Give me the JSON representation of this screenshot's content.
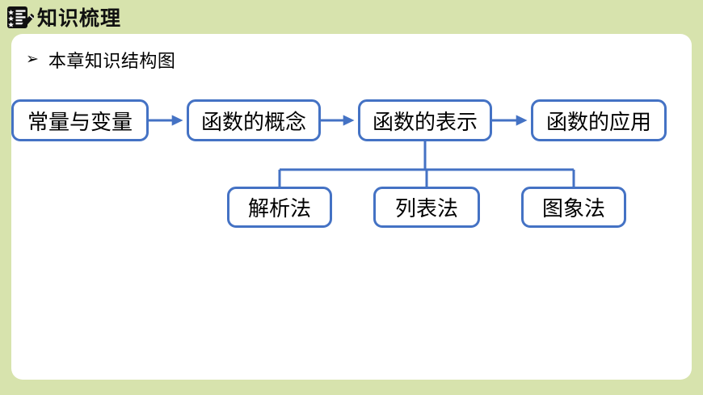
{
  "slide": {
    "background_color": "#d7e3ad",
    "card_color": "#ffffff"
  },
  "header": {
    "icon": "checklist-pencil-icon",
    "title": "知识梳理"
  },
  "subheading": {
    "bullet": "➢",
    "text": "本章知识结构图"
  },
  "diagram": {
    "type": "flowchart",
    "accent_color": "#4472c4",
    "text_color": "#000000",
    "level1": [
      {
        "id": "constant-variable",
        "label": "常量与变量"
      },
      {
        "id": "function-concept",
        "label": "函数的概念"
      },
      {
        "id": "function-representation",
        "label": "函数的表示"
      },
      {
        "id": "function-application",
        "label": "函数的应用"
      }
    ],
    "level2": [
      {
        "id": "analytic-method",
        "label": "解析法"
      },
      {
        "id": "table-method",
        "label": "列表法"
      },
      {
        "id": "graph-method",
        "label": "图象法"
      }
    ],
    "connections": [
      {
        "from": "constant-variable",
        "to": "function-concept",
        "style": "arrow"
      },
      {
        "from": "function-concept",
        "to": "function-representation",
        "style": "arrow"
      },
      {
        "from": "function-representation",
        "to": "function-application",
        "style": "arrow"
      },
      {
        "from": "function-representation",
        "to": "analytic-method",
        "style": "tree"
      },
      {
        "from": "function-representation",
        "to": "table-method",
        "style": "tree"
      },
      {
        "from": "function-representation",
        "to": "graph-method",
        "style": "tree"
      }
    ]
  }
}
